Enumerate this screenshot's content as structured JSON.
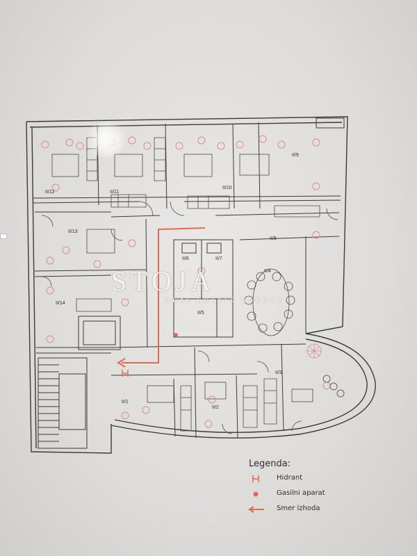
{
  "plan": {
    "room_labels": [
      "II/12",
      "II/11",
      "II/10",
      "II/9",
      "II/13",
      "II/8",
      "II/14",
      "II/6",
      "II/7",
      "II/5",
      "II/4",
      "II/1",
      "II/2",
      "II/3"
    ],
    "colors": {
      "ink": "#3a3a3a",
      "furniture": "#4a4a4a",
      "chairs": "#d98aa0",
      "exit_path": "#e06a55"
    }
  },
  "watermark": {
    "logo": "STOJA",
    "subtitle": "REAL ESTATE AGENCY"
  },
  "legend": {
    "title": "Legenda:",
    "items": [
      {
        "symbol": "hydrant-icon",
        "label": "Hidrant"
      },
      {
        "symbol": "extinguisher-icon",
        "label": "Gasilni aparat"
      },
      {
        "symbol": "exit-arrow-icon",
        "label": "Smer izhoda"
      }
    ]
  }
}
